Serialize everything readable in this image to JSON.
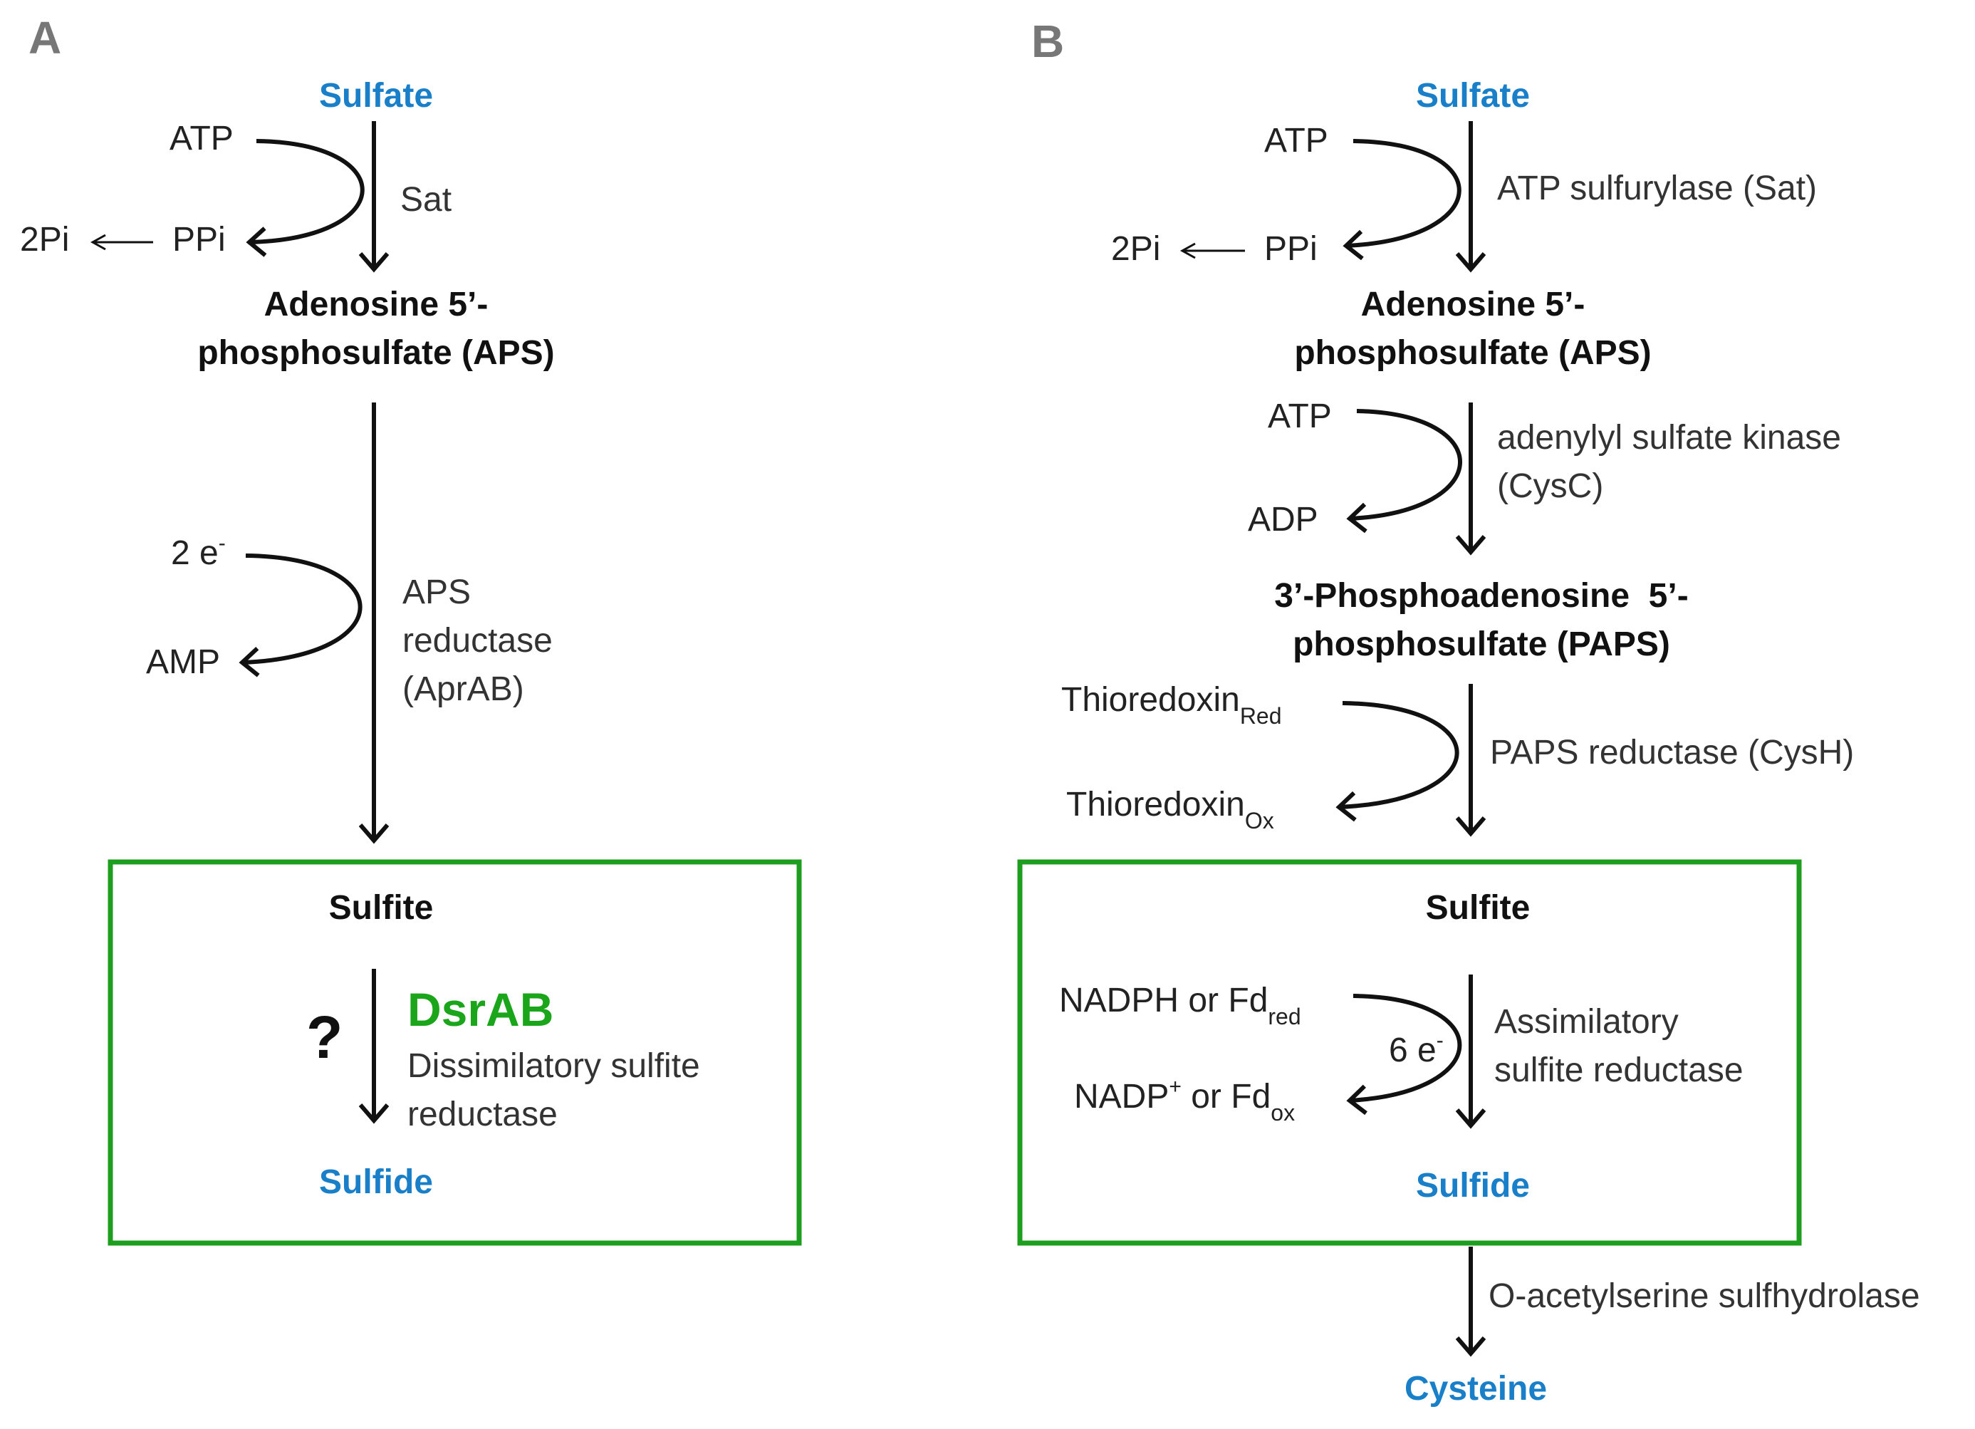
{
  "panel_a": {
    "label": "A",
    "sulfate": "Sulfate",
    "atp": "ATP",
    "ppi": "PPi",
    "two_pi": "2Pi",
    "sat": "Sat",
    "aps_line1": "Adenosine 5’-",
    "aps_line2": "phosphosulfate (APS)",
    "two_e": "2 e",
    "two_e_sup": "-",
    "amp": "AMP",
    "aprab_line1": "APS",
    "aprab_line2": "reductase",
    "aprab_line3": "(AprAB)",
    "sulfite": "Sulfite",
    "question": "?",
    "dsrab": "DsrAB",
    "dsr_line1": "Dissimilatory sulfite",
    "dsr_line2": "reductase",
    "sulfide": "Sulfide"
  },
  "panel_b": {
    "label": "B",
    "sulfate": "Sulfate",
    "atp1": "ATP",
    "ppi": "PPi",
    "two_pi": "2Pi",
    "sat": "ATP sulfurylase (Sat)",
    "aps_line1": "Adenosine 5’-",
    "aps_line2": "phosphosulfate (APS)",
    "atp2": "ATP",
    "adp": "ADP",
    "cysc_line1": "adenylyl sulfate kinase",
    "cysc_line2": "(CysC)",
    "paps_line1": "3’-Phosphoadenosine  5’-",
    "paps_line2": "phosphosulfate (PAPS)",
    "thio_red": "Thioredoxin",
    "thio_red_sub": "Red",
    "thio_ox": "Thioredoxin",
    "thio_ox_sub": "Ox",
    "cysh": "PAPS reductase (CysH)",
    "sulfite": "Sulfite",
    "nadph": "NADPH or Fd",
    "nadph_sub": "red",
    "nadp": "NADP",
    "nadp_sup": "+",
    "nadp_rest": " or Fd",
    "nadp_sub": "ox",
    "six_e": "6 e",
    "six_e_sup": "-",
    "asr_line1": "Assimilatory",
    "asr_line2": "sulfite reductase",
    "sulfide": "Sulfide",
    "oass": "O-acetylserine sulfhydrolase",
    "cysteine": "Cysteine"
  }
}
